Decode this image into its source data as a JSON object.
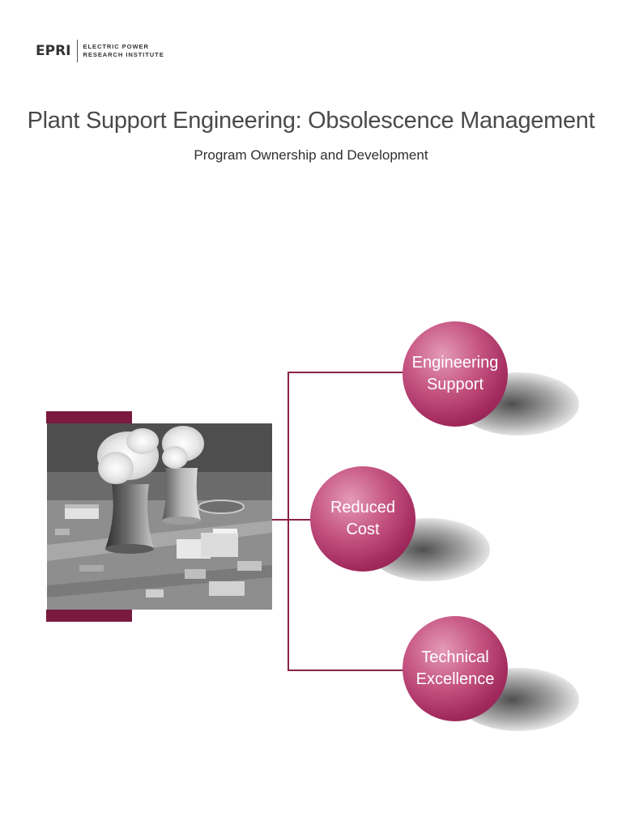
{
  "logo": {
    "mark": "EPRI",
    "line1": "ELECTRIC POWER",
    "line2": "RESEARCH INSTITUTE"
  },
  "title": "Plant Support Engineering: Obsolescence Management",
  "subtitle": "Program Ownership and Development",
  "photo": {
    "icon": "cooling-towers-photo"
  },
  "circles": [
    {
      "line1": "Engineering",
      "line2": "Support"
    },
    {
      "line1": "Reduced",
      "line2": "Cost"
    },
    {
      "line1": "Technical",
      "line2": "Excellence"
    }
  ],
  "colors": {
    "accent": "#7a1a3f",
    "circle": "#b03a6c",
    "text": "#4a4a4a"
  }
}
